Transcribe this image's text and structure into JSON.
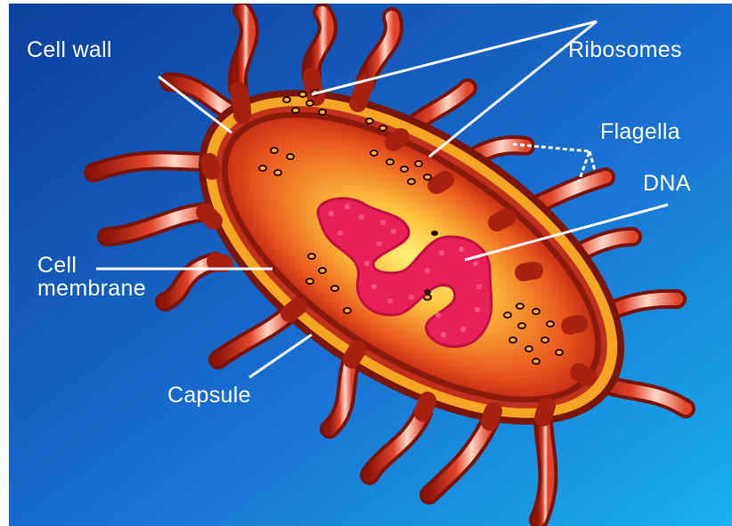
{
  "diagram": {
    "labels": {
      "cell_wall": "Cell wall",
      "ribosomes": "Ribosomes",
      "flagella": "Flagella",
      "dna": "DNA",
      "cell_membrane_line1": "Cell",
      "cell_membrane_line2": "membrane",
      "capsule": "Capsule"
    },
    "colors": {
      "background_dark": "#0a3a9a",
      "background_light": "#1aa6e8",
      "capsule": "#f0a020",
      "cytoplasm_center": "#ffd54a",
      "cytoplasm_edge": "#d8261a",
      "dna": "#e8205a",
      "flagella": "#c8281a",
      "label_text": "#ffffff"
    }
  }
}
